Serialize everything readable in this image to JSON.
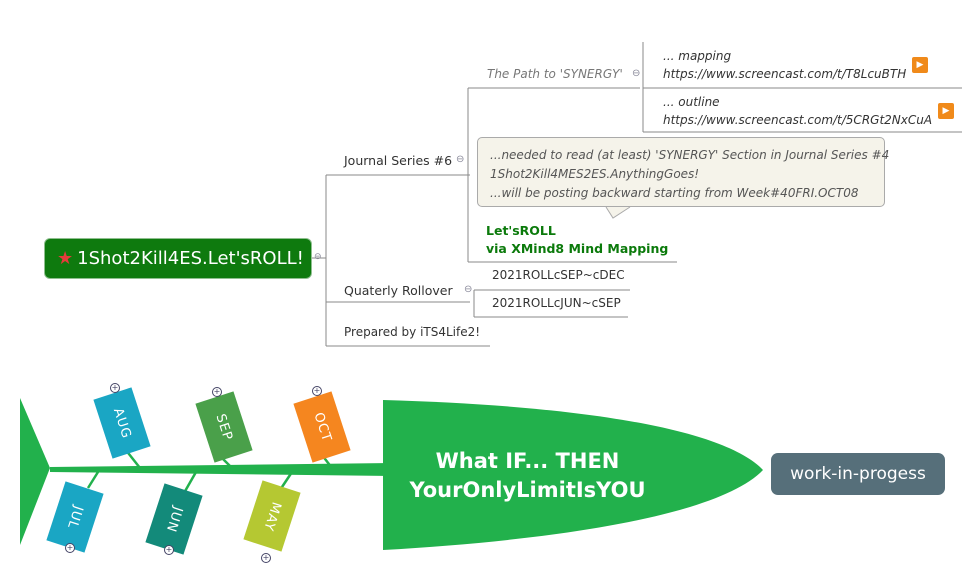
{
  "mindmap": {
    "root": {
      "label": "1Shot2Kill4ES.Let'sROLL!",
      "icon": "star-icon"
    },
    "branches": {
      "journal": "Journal Series #6",
      "path": "The Path to 'SYNERGY'",
      "mapping_title": "... mapping",
      "mapping_url": "https://www.screencast.com/t/T8LcuBTH",
      "outline_title": "... outline",
      "outline_url": "https://www.screencast.com/t/5CRGt2NxCuA",
      "note_lines": [
        "...needed to read (at least) 'SYNERGY' Section in Journal Series #4",
        "1Shot2Kill4MES2ES.AnythingGoes!",
        "...will be posting backward starting  from Week#40FRI.OCT08"
      ],
      "letsroll_1": "Let'sROLL",
      "letsroll_2": "via XMind8 Mind Mapping",
      "rollover": "Quaterly Rollover",
      "roll_sep_dec": "2021ROLLcSEP~cDEC",
      "roll_jun_sep": "2021ROLLcJUN~cSEP",
      "prepared": "Prepared by iTS4Life2!"
    },
    "collapse_symbol": "⊖"
  },
  "fishbone": {
    "head_line1": "What IF... THEN",
    "head_line2": "YourOnlyLimitIsYOU",
    "status": "work-in-progess",
    "months_top": [
      "AUG",
      "SEP",
      "OCT"
    ],
    "months_bottom": [
      "JUL",
      "JUN",
      "MAY"
    ],
    "colors": {
      "spine": "#22b14c",
      "AUG": "#1aa6c4",
      "SEP": "#4aa04a",
      "OCT": "#f5861f",
      "JUL": "#1aa6c4",
      "JUN": "#138a7a",
      "MAY": "#b5c832",
      "status_box": "#566f7a"
    }
  }
}
